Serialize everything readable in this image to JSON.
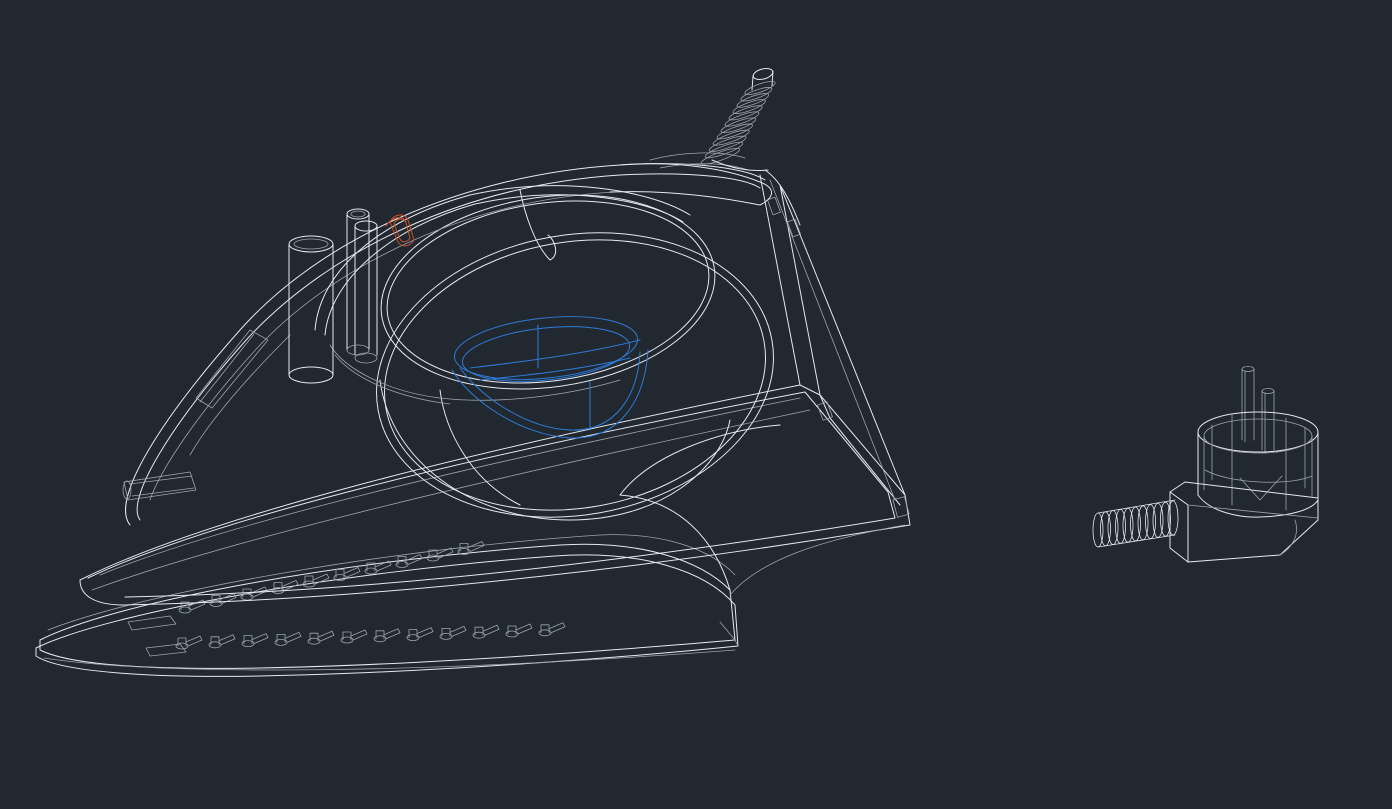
{
  "canvas": {
    "background": "#212830",
    "line_color": "#e6e8ec",
    "line_color_dim": "#9ea4ad",
    "highlight_orange": "#c8502a",
    "highlight_blue": "#2f7bd6"
  },
  "drawing": {
    "objects": [
      {
        "name": "steam-iron",
        "style": "wireframe"
      },
      {
        "name": "power-plug",
        "style": "wireframe"
      }
    ]
  }
}
